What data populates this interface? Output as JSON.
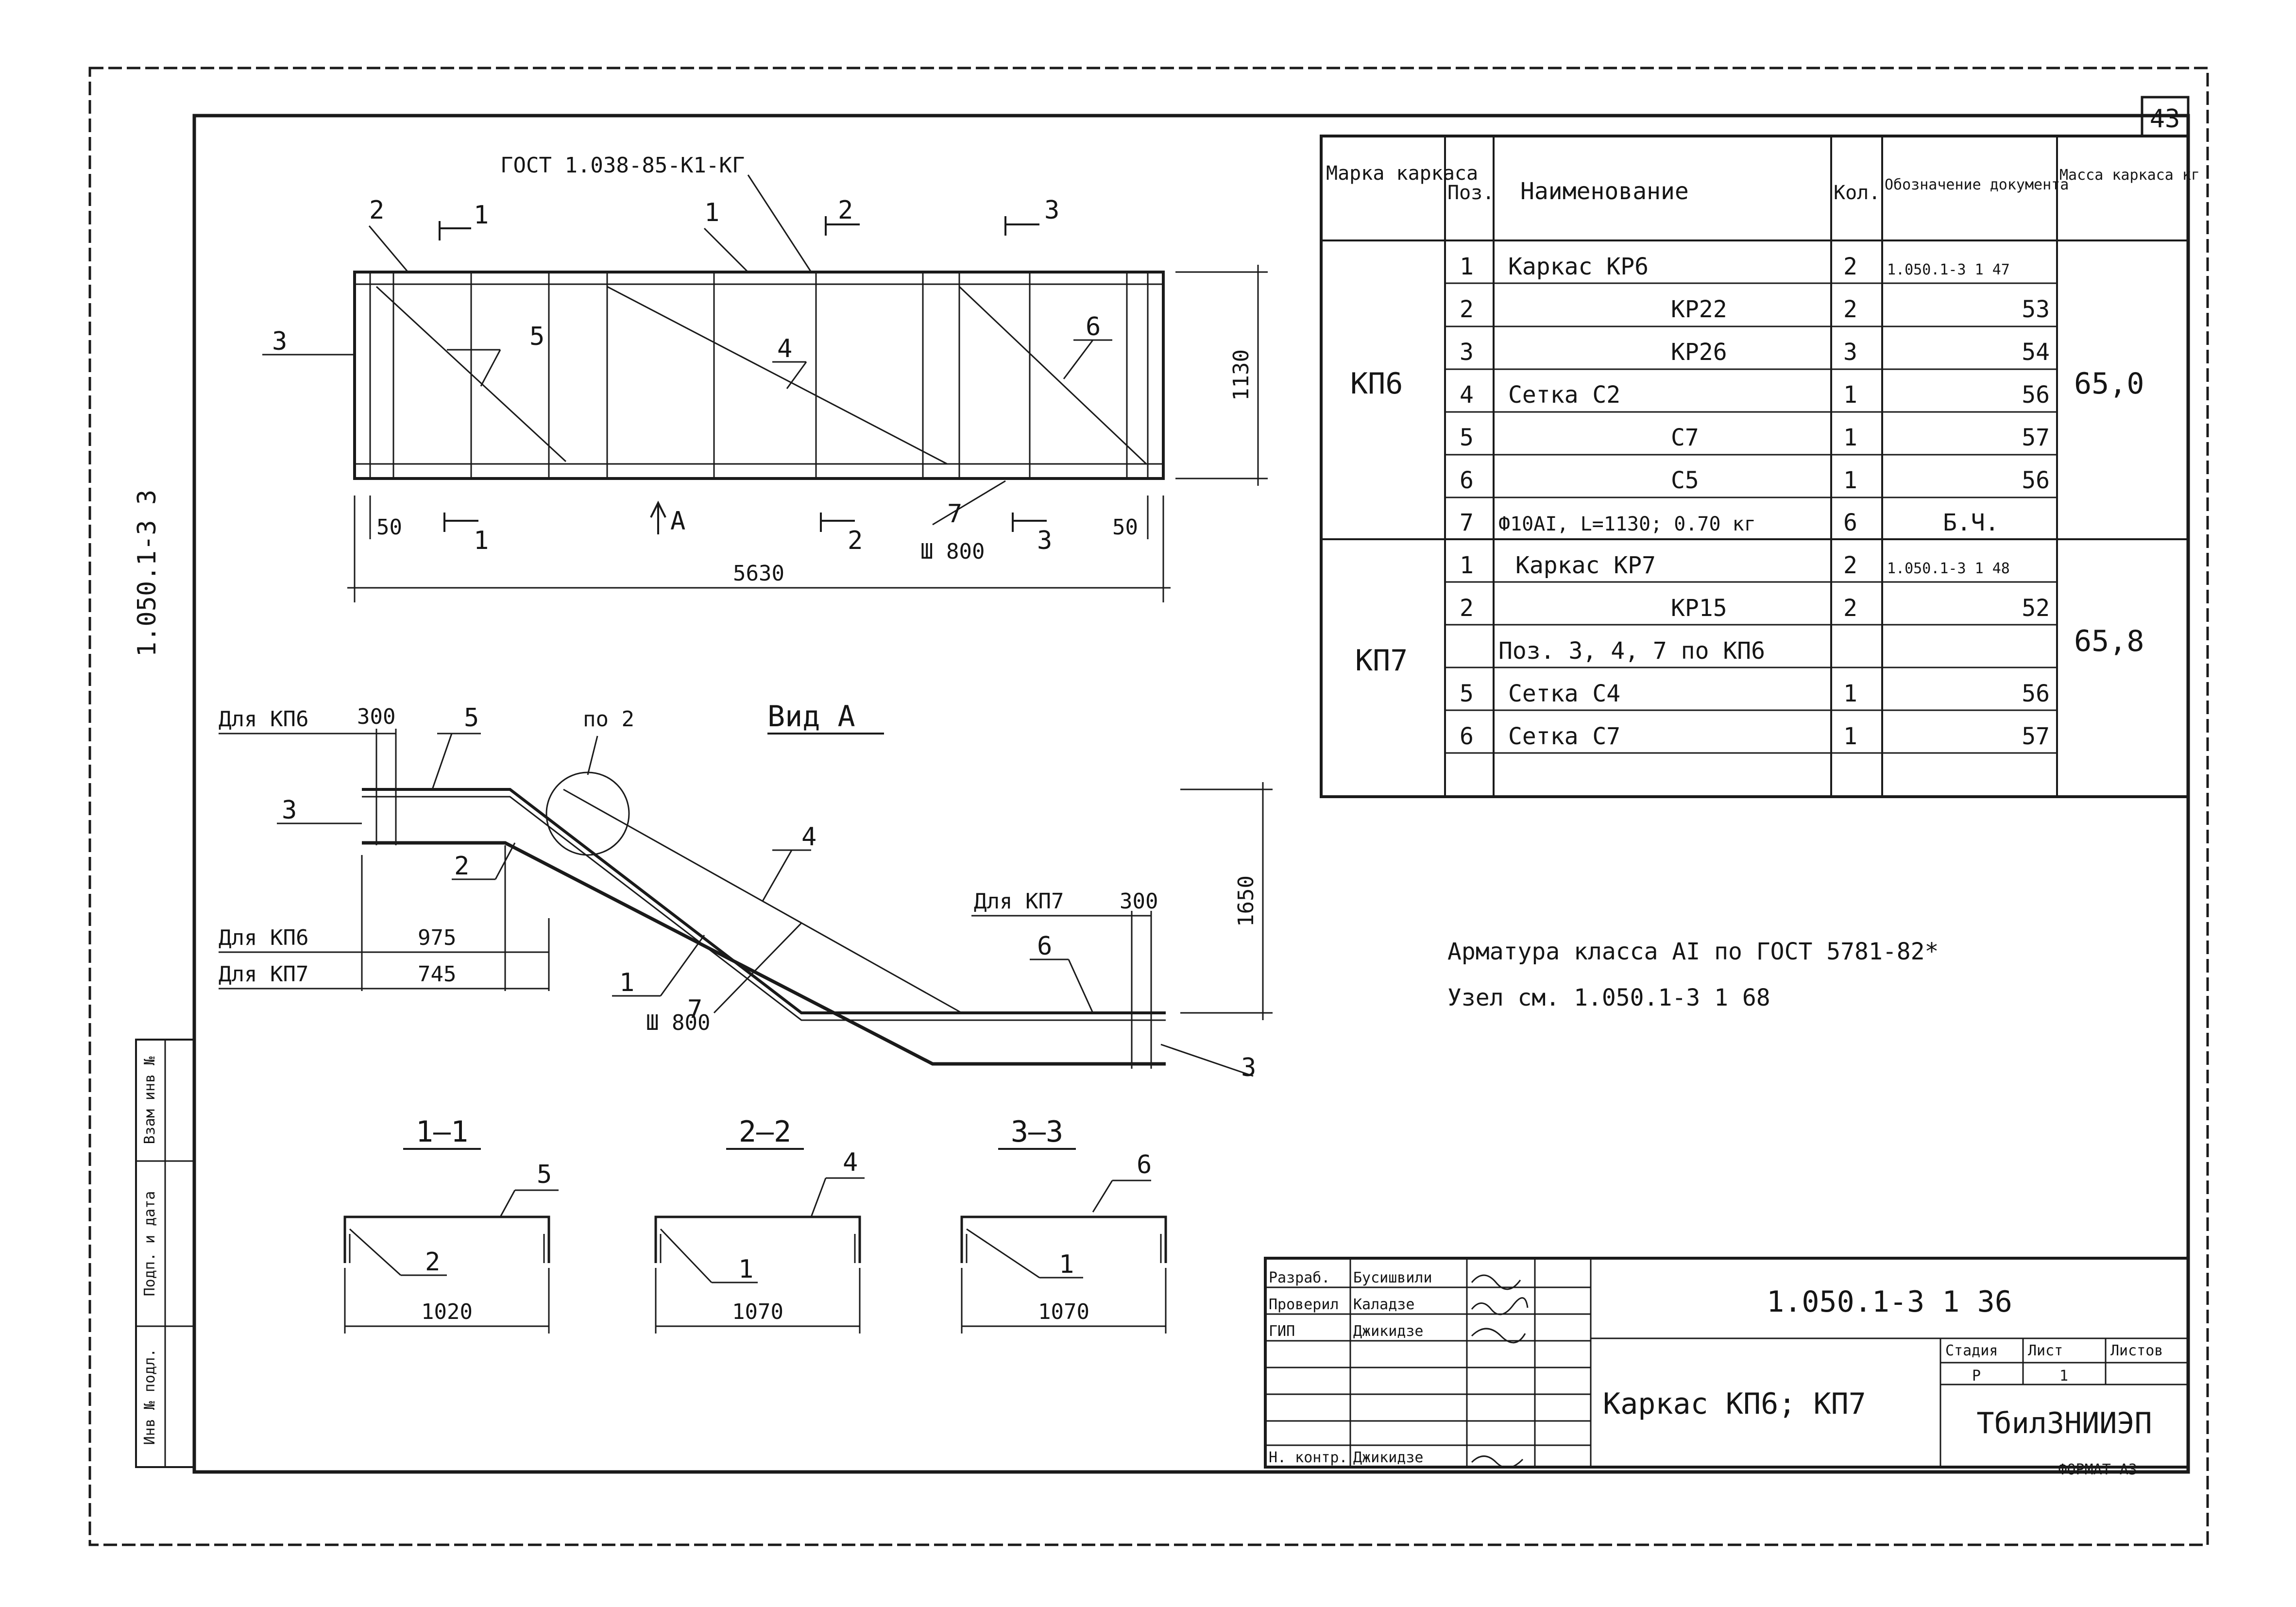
{
  "sheet": {
    "number": "43",
    "side_code": "1.050.1-3 3",
    "format_note": "ФОРМАТ А3",
    "stamp_labels": [
      "Взам инв №",
      "Подп. и дата",
      "Инв № подл."
    ]
  },
  "plan_view": {
    "gost_note": "ГОСТ 1.038-85-К1-КГ",
    "position_labels": [
      "2",
      "1",
      "3",
      "5",
      "4",
      "6",
      "7"
    ],
    "section_marks": [
      "1",
      "2",
      "3",
      "1",
      "2",
      "3"
    ],
    "view_mark": "А",
    "pitch_note": "Ш 800",
    "dims": {
      "left_offset": "50",
      "right_offset": "50",
      "length": "5630",
      "height": "1130"
    }
  },
  "view_a": {
    "title": "Вид А",
    "node_note": "по 2",
    "for_kp6": "Для КП6",
    "for_kp7": "Для КП7",
    "dim_300_a": "300",
    "dim_300_b": "300",
    "dim_975": "975",
    "dim_745": "745",
    "dim_1650": "1650",
    "pitch_note": "Ш 800",
    "position_labels": [
      "3",
      "5",
      "2",
      "4",
      "1",
      "7",
      "6",
      "3"
    ]
  },
  "sections": [
    {
      "title": "1—1",
      "top_pos": "5",
      "corner_pos": "2",
      "width": "1020"
    },
    {
      "title": "2—2",
      "top_pos": "4",
      "corner_pos": "1",
      "width": "1070"
    },
    {
      "title": "3—3",
      "top_pos": "6",
      "corner_pos": "1",
      "width": "1070"
    }
  ],
  "spec_table": {
    "headers": [
      "Марка каркаса",
      "Поз.",
      "Наименование",
      "Кол.",
      "Обозначение документа",
      "Масса каркаса кг"
    ],
    "groups": [
      {
        "mark": "КП6",
        "mass": "65,0",
        "rows": [
          {
            "pos": "1",
            "name": "Каркас КР6",
            "qty": "2",
            "doc": "1.050.1-3 1 47"
          },
          {
            "pos": "2",
            "name": "КР22",
            "qty": "2",
            "doc": "53"
          },
          {
            "pos": "3",
            "name": "КР26",
            "qty": "3",
            "doc": "54"
          },
          {
            "pos": "4",
            "name": "Сетка С2",
            "qty": "1",
            "doc": "56"
          },
          {
            "pos": "5",
            "name": "С7",
            "qty": "1",
            "doc": "57"
          },
          {
            "pos": "6",
            "name": "С5",
            "qty": "1",
            "doc": "56"
          },
          {
            "pos": "7",
            "name": "Ф10АI, L=1130; 0.70 кг",
            "qty": "6",
            "doc": "Б.Ч."
          }
        ]
      },
      {
        "mark": "КП7",
        "mass": "65,8",
        "rows": [
          {
            "pos": "1",
            "name": "Каркас КР7",
            "qty": "2",
            "doc": "1.050.1-3 1 48"
          },
          {
            "pos": "2",
            "name": "КР15",
            "qty": "2",
            "doc": "52"
          },
          {
            "pos": "",
            "name": "Поз. 3, 4, 7 по КП6",
            "qty": "",
            "doc": ""
          },
          {
            "pos": "5",
            "name": "Сетка С4",
            "qty": "1",
            "doc": "56"
          },
          {
            "pos": "6",
            "name": "Сетка С7",
            "qty": "1",
            "doc": "57"
          },
          {
            "pos": "",
            "name": "",
            "qty": "",
            "doc": ""
          }
        ]
      }
    ]
  },
  "notes": [
    "Арматура класса АI по ГОСТ 5781-82*",
    "Узел см. 1.050.1-3 1 68"
  ],
  "title_block": {
    "doc_number": "1.050.1-3 1 36",
    "drawing_title": "Каркас КП6; КП7",
    "organization": "ТбилЗНИИЭП",
    "col_stage": "Стадия",
    "col_sheet": "Лист",
    "col_sheets": "Листов",
    "stage": "Р",
    "sheet": "1",
    "roles": [
      "Разраб.",
      "Проверил",
      "ГИП",
      "",
      "",
      "",
      "Н. контр."
    ],
    "names": [
      "Бусишвили",
      "Каладзе",
      "Джикидзе",
      "",
      "",
      "",
      "Джикидзе"
    ]
  }
}
